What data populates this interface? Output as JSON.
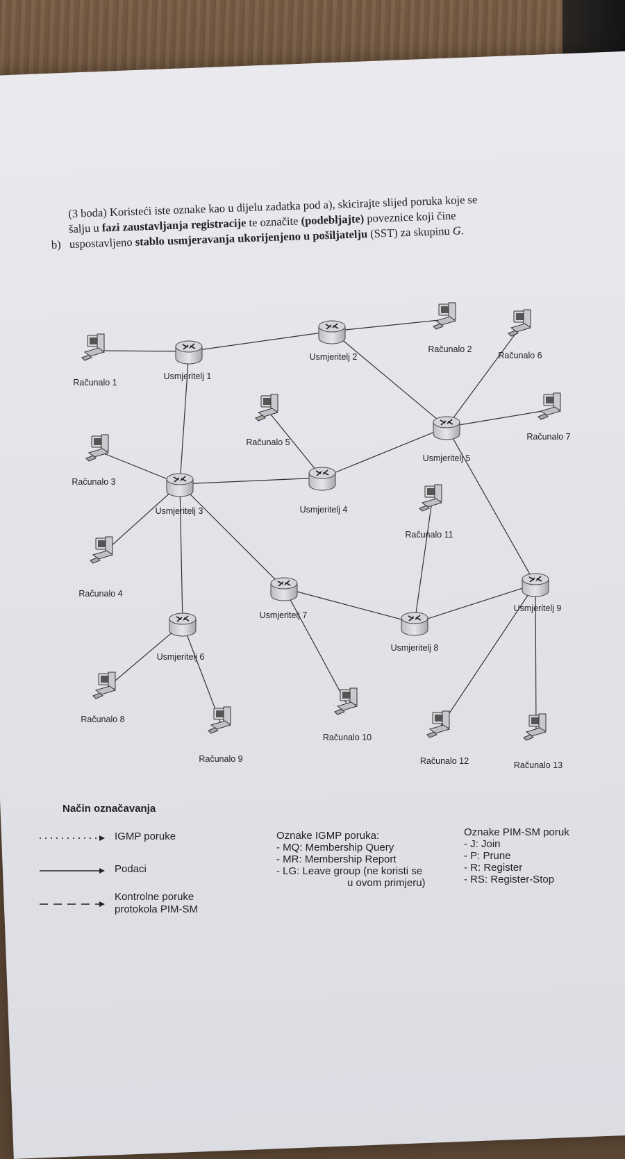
{
  "question": {
    "marker": "b)",
    "line1_pre": "(3 boda) Koristeći iste oznake kao u dijelu zadatka pod a), skicirajte slijed poruka koje se",
    "line2_pre": "šalju u ",
    "line2_bold1": "fazi zaustavljanja registracije",
    "line2_mid": " te označite ",
    "line2_bold2": "(podebljajte)",
    "line2_post": " poveznice koji čine",
    "line3_pre": "uspostavljeno ",
    "line3_bold": "stablo usmjeravanja ukorijenjeno u pošiljatelju",
    "line3_post": " (SST) za skupinu ",
    "line3_italic": "G",
    "line3_end": "."
  },
  "diagram": {
    "routers": [
      {
        "id": "r1",
        "label": "Usmjeritelj 1"
      },
      {
        "id": "r2",
        "label": "Usmjeritelj 2"
      },
      {
        "id": "r3",
        "label": "Usmjeritelj 3"
      },
      {
        "id": "r4",
        "label": "Usmjeritelj 4"
      },
      {
        "id": "r5",
        "label": "Usmjeritelj 5"
      },
      {
        "id": "r6",
        "label": "Usmjeritelj 6"
      },
      {
        "id": "r7",
        "label": "Usmjeritelj 7"
      },
      {
        "id": "r8",
        "label": "Usmjeritelj 8"
      },
      {
        "id": "r9",
        "label": "Usmjeritelj 9"
      }
    ],
    "computers": [
      {
        "id": "c1",
        "label": "Računalo 1"
      },
      {
        "id": "c2",
        "label": "Računalo 2"
      },
      {
        "id": "c3",
        "label": "Računalo 3"
      },
      {
        "id": "c4",
        "label": "Računalo 4"
      },
      {
        "id": "c5",
        "label": "Računalo 5"
      },
      {
        "id": "c6",
        "label": "Računalo 6"
      },
      {
        "id": "c7",
        "label": "Računalo 7"
      },
      {
        "id": "c8",
        "label": "Računalo 8"
      },
      {
        "id": "c9",
        "label": "Računalo 9"
      },
      {
        "id": "c10",
        "label": "Računalo 10"
      },
      {
        "id": "c11",
        "label": "Računalo 11"
      },
      {
        "id": "c12",
        "label": "Računalo 12"
      },
      {
        "id": "c13",
        "label": "Računalo 13"
      }
    ],
    "links": [
      [
        "c1",
        "r1"
      ],
      [
        "r1",
        "r2"
      ],
      [
        "r2",
        "c2"
      ],
      [
        "r2",
        "r5"
      ],
      [
        "r1",
        "r3"
      ],
      [
        "c3",
        "r3"
      ],
      [
        "r3",
        "r4"
      ],
      [
        "c5",
        "r4"
      ],
      [
        "r4",
        "r5"
      ],
      [
        "r5",
        "c6"
      ],
      [
        "r5",
        "c7"
      ],
      [
        "r3",
        "c4"
      ],
      [
        "r3",
        "r6"
      ],
      [
        "r3",
        "r7"
      ],
      [
        "r5",
        "r9"
      ],
      [
        "r7",
        "r8"
      ],
      [
        "r8",
        "r9"
      ],
      [
        "c11",
        "r8"
      ],
      [
        "r7",
        "c10"
      ],
      [
        "r6",
        "c8"
      ],
      [
        "r6",
        "c9"
      ],
      [
        "r9",
        "c12"
      ],
      [
        "r9",
        "c13"
      ]
    ]
  },
  "legend": {
    "title": "Način označavanja",
    "igmp": "IGMP poruke",
    "data": "Podaci",
    "pim_line1": "Kontrolne poruke",
    "pim_line2": "protokola PIM-SM"
  },
  "igmp_codes": {
    "title": "Oznake IGMP poruka:",
    "items": [
      "- MQ: Membership Query",
      "- MR: Membership Report",
      "- LG: Leave group (ne koristi se",
      "u ovom primjeru)"
    ]
  },
  "pim_codes": {
    "title": "Oznake PIM-SM poruk",
    "items": [
      "- J: Join",
      "- P: Prune",
      "- R: Register",
      "- RS: Register-Stop"
    ]
  }
}
